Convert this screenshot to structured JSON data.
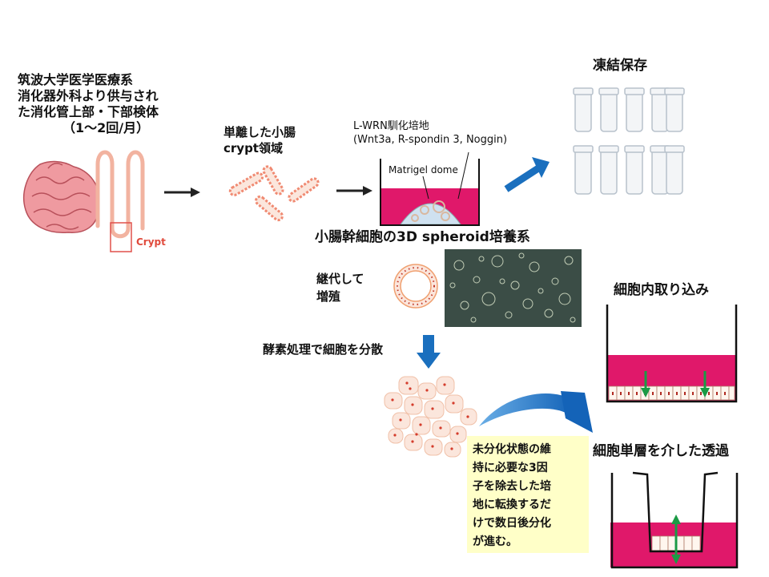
{
  "source": {
    "lines": [
      "筑波大学医学医療系",
      "消化器外科より供与され",
      "た消化管上部・下部検体",
      "（1〜2回/月）"
    ]
  },
  "crypt_label": "Crypt",
  "isolated_crypt": {
    "lines": [
      "単離した小腸",
      "crypt領域"
    ]
  },
  "medium": {
    "lines": [
      "L-WRN馴化培地",
      "(Wnt3a, R-spondin 3, Noggin)"
    ]
  },
  "matrigel_label": "Matrigel dome",
  "frozen_storage": "凍結保存",
  "culture_system": "小腸幹細胞の3D  spheroid培養系",
  "passage": {
    "lines": [
      "継代して",
      "増殖"
    ]
  },
  "enzyme_step": "酵素処理で細胞を分散",
  "uptake": "細胞内取り込み",
  "transport": "細胞単層を介した透過",
  "note": {
    "lines": [
      "未分化状態の維",
      "持に必要な3因",
      "子を除去した培",
      "地に転換するだ",
      "けで数日後分化",
      "が進む。"
    ]
  },
  "colors": {
    "medium_pink": "#e0186a",
    "intestine": "#e8898e",
    "arrow_black": "#222222",
    "arrow_blue": "#1a6fbe",
    "green_arrow": "#1b9a45",
    "note_bg": "#ffffc8"
  }
}
